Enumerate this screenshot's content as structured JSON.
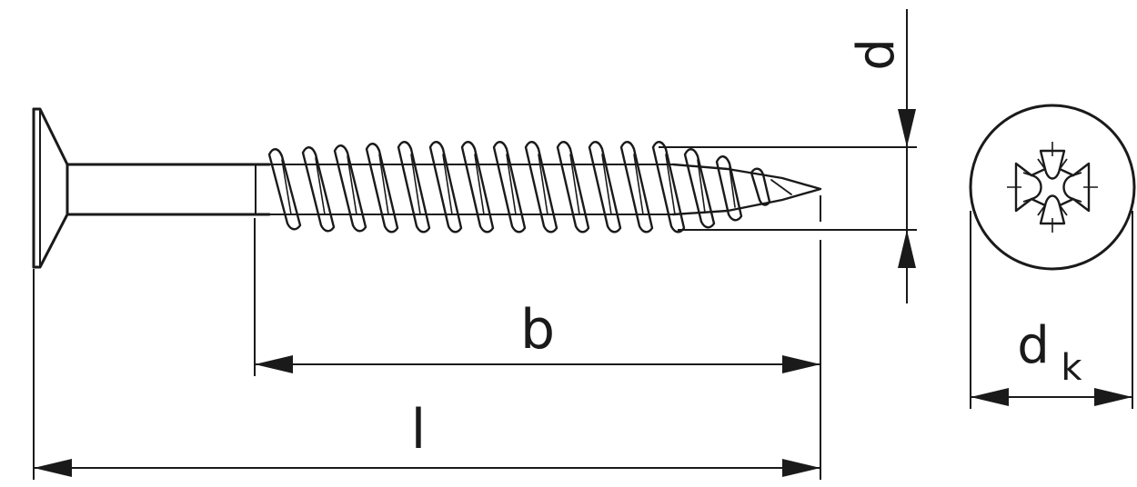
{
  "labels": {
    "thread_length": "b",
    "total_length": "l",
    "shank_diameter": "d",
    "head_diameter_main": "d",
    "head_diameter_sub": "k"
  },
  "colors": {
    "line": "#1a1a1a",
    "background": "#ffffff"
  },
  "icons": {
    "head_drive": "pozidriv-cross-icon"
  }
}
